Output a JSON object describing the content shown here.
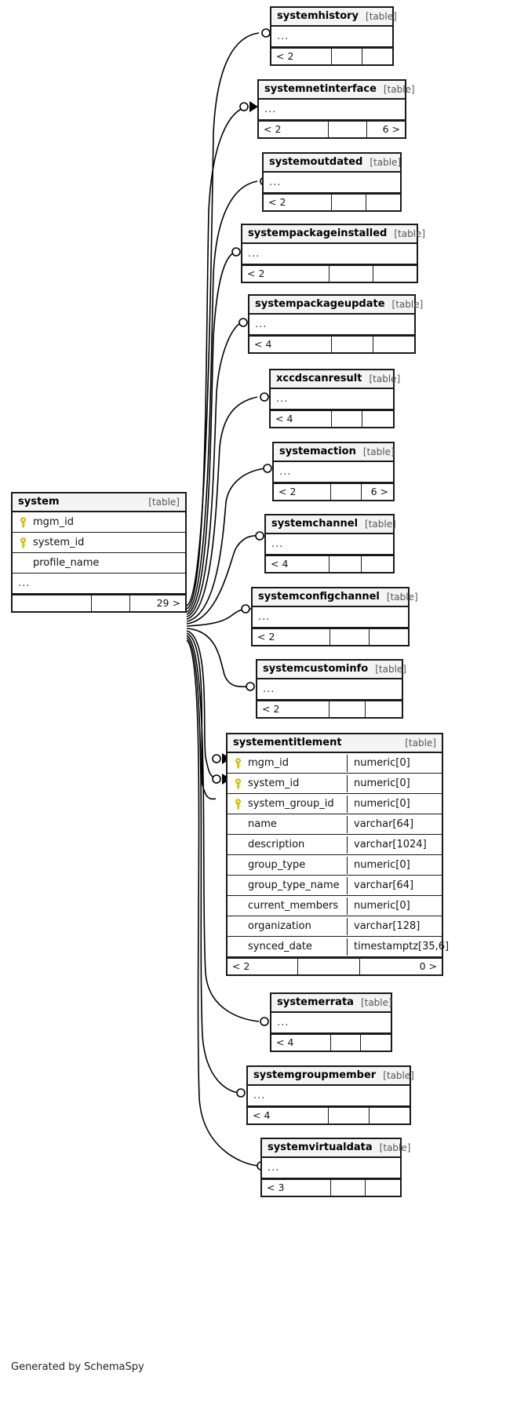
{
  "diagram": {
    "kind": "database-relationship-diagram",
    "generator_note": "Generated by SchemaSpy",
    "table_tag": "[table]",
    "ellipsis": "...",
    "key_icon": "key-icon"
  },
  "central_table": {
    "name": "system",
    "tag": "[table]",
    "columns": [
      {
        "name": "mgm_id",
        "key": true
      },
      {
        "name": "system_id",
        "key": true
      },
      {
        "name": "profile_name",
        "key": false
      },
      {
        "name": "...",
        "key": false,
        "ellipsis": true
      }
    ],
    "footer": {
      "left": "",
      "mid": "",
      "right": "29 >"
    }
  },
  "detail_table": {
    "name": "systementitlement",
    "tag": "[table]",
    "columns": [
      {
        "name": "mgm_id",
        "type": "numeric[0]",
        "key": true
      },
      {
        "name": "system_id",
        "type": "numeric[0]",
        "key": true
      },
      {
        "name": "system_group_id",
        "type": "numeric[0]",
        "key": true
      },
      {
        "name": "name",
        "type": "varchar[64]",
        "key": false
      },
      {
        "name": "description",
        "type": "varchar[1024]",
        "key": false
      },
      {
        "name": "group_type",
        "type": "numeric[0]",
        "key": false
      },
      {
        "name": "group_type_name",
        "type": "varchar[64]",
        "key": false
      },
      {
        "name": "current_members",
        "type": "numeric[0]",
        "key": false
      },
      {
        "name": "organization",
        "type": "varchar[128]",
        "key": false
      },
      {
        "name": "synced_date",
        "type": "timestamptz[35,6]",
        "key": false
      }
    ],
    "footer": {
      "left": "< 2",
      "mid": "",
      "right": "0 >"
    }
  },
  "related_tables": [
    {
      "name": "systemhistory",
      "tag": "[table]",
      "footer": {
        "left": "< 2",
        "mid": "",
        "right": ""
      }
    },
    {
      "name": "systemnetinterface",
      "tag": "[table]",
      "footer": {
        "left": "< 2",
        "mid": "",
        "right": "6 >"
      }
    },
    {
      "name": "systemoutdated",
      "tag": "[table]",
      "footer": {
        "left": "< 2",
        "mid": "",
        "right": ""
      }
    },
    {
      "name": "systempackageinstalled",
      "tag": "[table]",
      "footer": {
        "left": "< 2",
        "mid": "",
        "right": ""
      }
    },
    {
      "name": "systempackageupdate",
      "tag": "[table]",
      "footer": {
        "left": "< 4",
        "mid": "",
        "right": ""
      }
    },
    {
      "name": "xccdscanresult",
      "tag": "[table]",
      "footer": {
        "left": "< 4",
        "mid": "",
        "right": ""
      }
    },
    {
      "name": "systemaction",
      "tag": "[table]",
      "footer": {
        "left": "< 2",
        "mid": "",
        "right": "6 >"
      }
    },
    {
      "name": "systemchannel",
      "tag": "[table]",
      "footer": {
        "left": "< 4",
        "mid": "",
        "right": ""
      }
    },
    {
      "name": "systemconfigchannel",
      "tag": "[table]",
      "footer": {
        "left": "< 2",
        "mid": "",
        "right": ""
      }
    },
    {
      "name": "systemcustominfo",
      "tag": "[table]",
      "footer": {
        "left": "< 2",
        "mid": "",
        "right": ""
      }
    },
    {
      "name": "systemerrata",
      "tag": "[table]",
      "footer": {
        "left": "< 4",
        "mid": "",
        "right": ""
      }
    },
    {
      "name": "systemgroupmember",
      "tag": "[table]",
      "footer": {
        "left": "< 4",
        "mid": "",
        "right": ""
      }
    },
    {
      "name": "systemvirtualdata",
      "tag": "[table]",
      "footer": {
        "left": "< 3",
        "mid": "",
        "right": ""
      }
    }
  ],
  "colors": {
    "border": "#1a1a1a",
    "header_bg": "#f4f4f4",
    "key_yellow": "#e8d100",
    "text": "#111111",
    "tag_text": "#555555",
    "background": "#ffffff"
  }
}
